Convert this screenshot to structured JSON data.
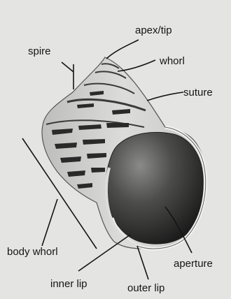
{
  "labels": {
    "apex": "apex/tip",
    "spire": "spire",
    "whorl": "whorl",
    "suture": "suture",
    "body_whorl": "body whorl",
    "aperture": "aperture",
    "inner_lip": "inner lip",
    "outer_lip": "outer lip"
  }
}
